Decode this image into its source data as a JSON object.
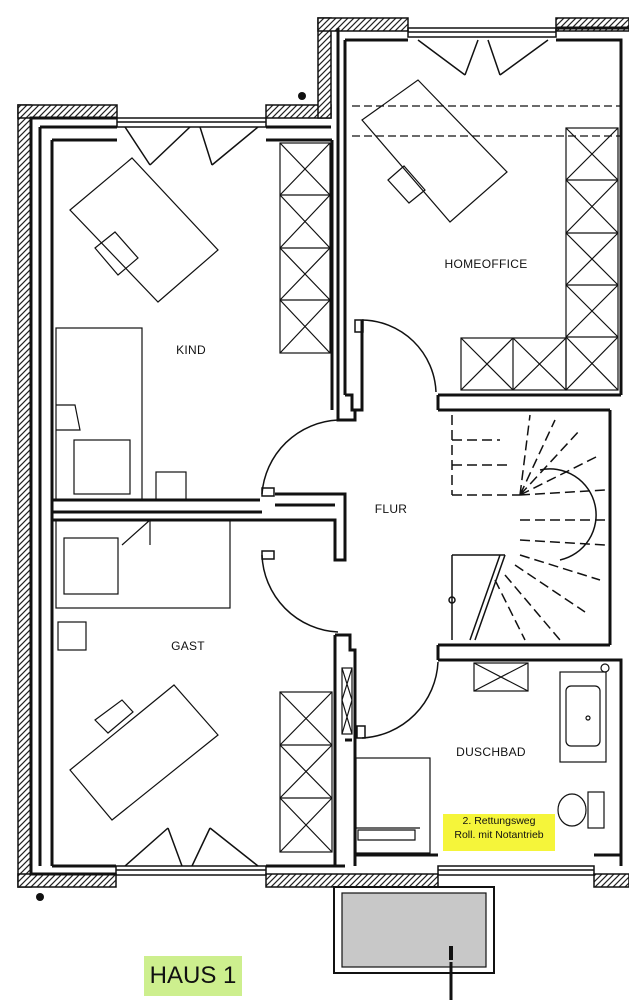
{
  "rooms": {
    "kind": "KIND",
    "homeoffice": "HOMEOFFICE",
    "flur": "FLUR",
    "gast": "GAST",
    "duschbad": "DUSCHBAD"
  },
  "note": {
    "line1": "2. Rettungsweg",
    "line2": "Roll. mit Notantrieb",
    "color": "#f5f53a"
  },
  "house_label": {
    "text": "HAUS 1",
    "color": "#cdef8e"
  }
}
